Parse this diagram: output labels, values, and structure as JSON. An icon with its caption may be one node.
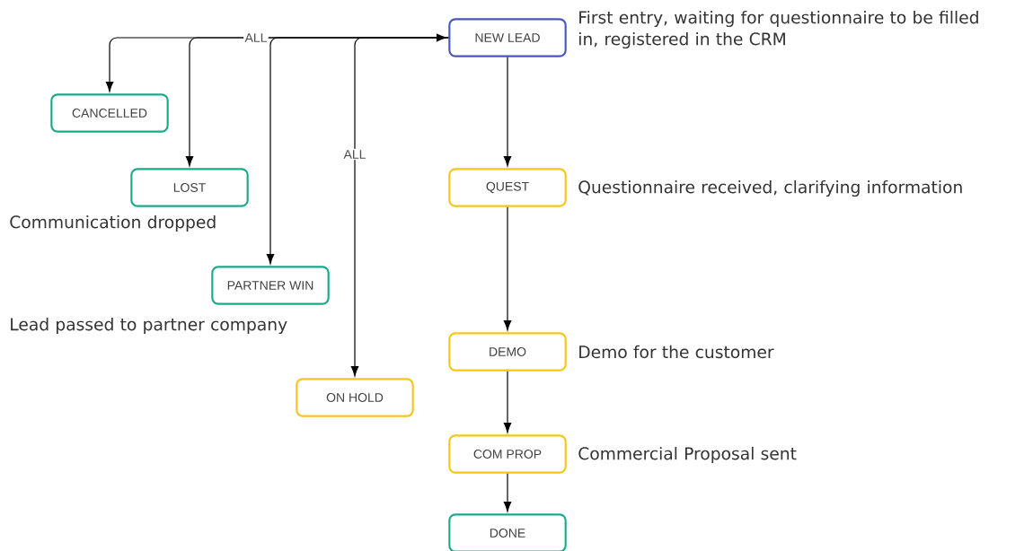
{
  "diagram": {
    "nodes": [
      {
        "text": [
          "NEW LEAD"
        ],
        "beside": [
          "First entry, waiting for questionnaire to be filled in, registered in the CRM"
        ]
      },
      {
        "text": [
          "CANCELLED"
        ]
      },
      {
        "text": [
          "LOST"
        ],
        "beside": [
          "Communication dropped"
        ]
      },
      {
        "text": [
          "PARTNER WIN"
        ],
        "beside": [
          "Lead passed to partner company"
        ]
      },
      {
        "text": [
          "ON HOLD"
        ]
      },
      {
        "text": [
          "QUEST"
        ],
        "beside": [
          "Questionnaire received, clarifying information"
        ]
      },
      {
        "text": [
          "DEMO"
        ],
        "beside": [
          "Demo for the customer"
        ]
      },
      {
        "text": [
          "COM PROP"
        ],
        "beside": [
          "Commercial Proposal sent"
        ]
      },
      {
        "text": [
          "DONE"
        ]
      }
    ],
    "edges": [
      {
        "from": 0,
        "to": 1,
        "arrow": "both"
      },
      {
        "from": 0,
        "to": 2,
        "arrow": "to",
        "label": "ALL"
      },
      {
        "from": 0,
        "to": 3,
        "arrow": "to"
      },
      {
        "from": 0,
        "to": 4,
        "arrow": "to",
        "label": "ALL"
      },
      {
        "from": 0,
        "to": 5,
        "arrow": "to"
      },
      {
        "from": 5,
        "to": 6,
        "arrow": "to"
      },
      {
        "from": 6,
        "to": 7,
        "arrow": "to"
      },
      {
        "from": 7,
        "to": 8,
        "arrow": "to"
      }
    ]
  }
}
